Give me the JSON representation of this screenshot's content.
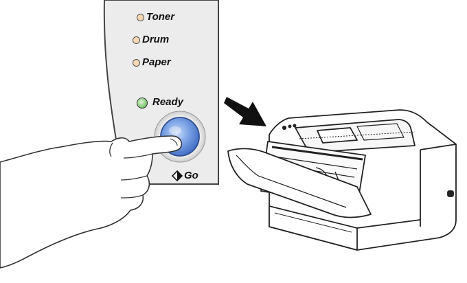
{
  "control_panel": {
    "indicators": [
      {
        "label": "Toner",
        "led_color": "#f6d7b4"
      },
      {
        "label": "Drum",
        "led_color": "#f6d7b4"
      },
      {
        "label": "Paper",
        "led_color": "#f6d7b4"
      }
    ],
    "ready": {
      "label": "Ready",
      "led_color": "#8fcf83"
    },
    "go_button": {
      "label": "Go",
      "color": "#6f9ae0"
    }
  }
}
